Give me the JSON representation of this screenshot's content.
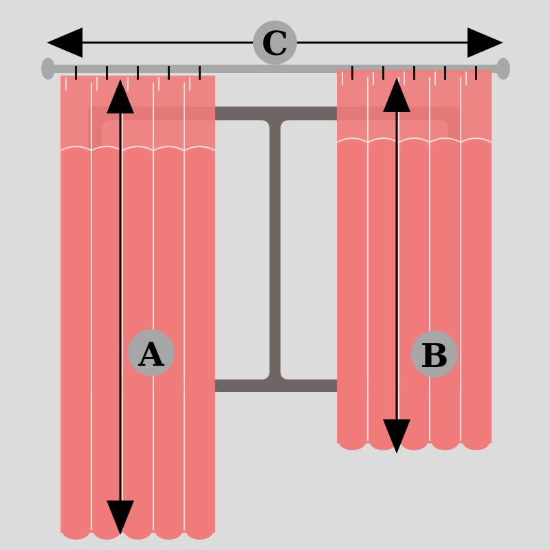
{
  "labels": {
    "width": "C",
    "left_drop": "A",
    "right_drop": "B"
  },
  "colors": {
    "background": "#dcdcdc",
    "curtain": "#ef7b7b",
    "curtain_highlight": "#f8d8d8",
    "curtain_shadow": "#c86060",
    "frame": "#6e6565",
    "pane": "#dcdcdc",
    "rod": "#a8a8a8",
    "ring": "#111111",
    "arrow": "#000000",
    "label_circle": "#a7a7a7"
  }
}
